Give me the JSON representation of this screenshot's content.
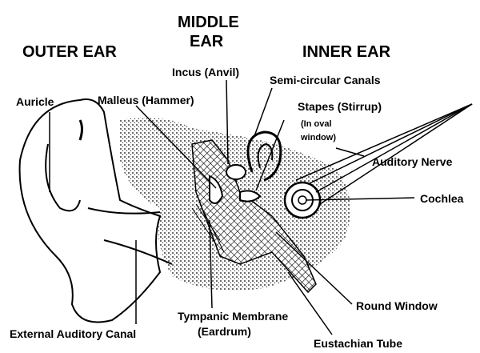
{
  "sections": {
    "outer": "OUTER EAR",
    "middle_line1": "MIDDLE",
    "middle_line2": "EAR",
    "inner": "INNER EAR"
  },
  "labels": {
    "incus": "Incus (Anvil)",
    "semicircular": "Semi-circular Canals",
    "auricle": "Auricle",
    "malleus": "Malleus (Hammer)",
    "stapes": "Stapes (Stirrup)",
    "stapes_note1": "(In oval",
    "stapes_note2": "window)",
    "auditory_nerve": "Auditory Nerve",
    "cochlea": "Cochlea",
    "round_window": "Round Window",
    "tympanic1": "Tympanic Membrane",
    "tympanic2": "(Eardrum)",
    "external_canal": "External Auditory Canal",
    "eustachian": "Eustachian Tube"
  }
}
